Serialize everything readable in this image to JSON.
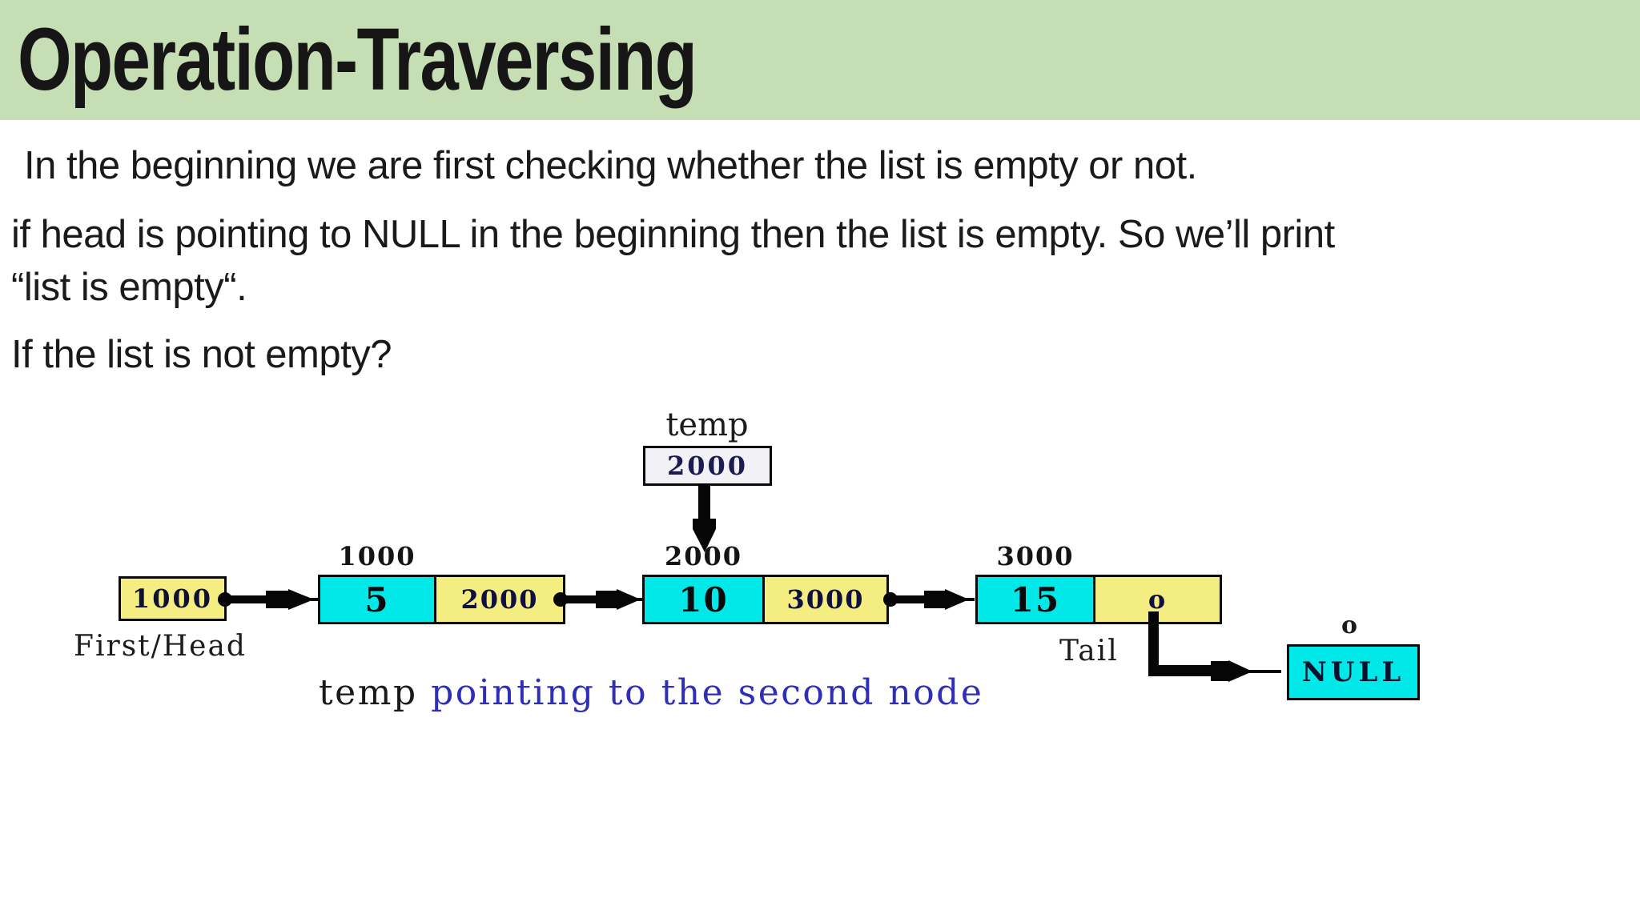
{
  "slide": {
    "title": "Operation-Traversing"
  },
  "body": {
    "paragraphs": [
      {
        "lines": [
          "In the beginning we are first checking whether the list is empty or not."
        ]
      },
      {
        "lines": [
          "if head is pointing to NULL in the beginning then the list is empty. So we’ll print",
          "“list is empty“."
        ]
      },
      {
        "lines": [
          "If the list is not empty?"
        ]
      }
    ]
  },
  "diagram": {
    "temp_pointer": {
      "label": "temp",
      "value": "2000"
    },
    "head_pointer": {
      "value": "1000",
      "label": "First/Head"
    },
    "nodes": [
      {
        "address": "1000",
        "data": "5",
        "next": "2000"
      },
      {
        "address": "2000",
        "data": "10",
        "next": "3000"
      },
      {
        "address": "3000",
        "data": "15",
        "next": "o"
      }
    ],
    "tail_label": "Tail",
    "null_node": {
      "label_above": "o",
      "value": "NULL"
    },
    "caption": {
      "highlight": "temp",
      "rest": " pointing to the second node"
    },
    "colors": {
      "header_green": "#c6deb3",
      "data_cell_cyan": "#00e8e8",
      "pointer_cell_yellow": "#f4ee82",
      "temp_box_fill": "#f1f1f6",
      "caption_blue": "#2e2eb8",
      "arrow_black": "#060606"
    }
  }
}
